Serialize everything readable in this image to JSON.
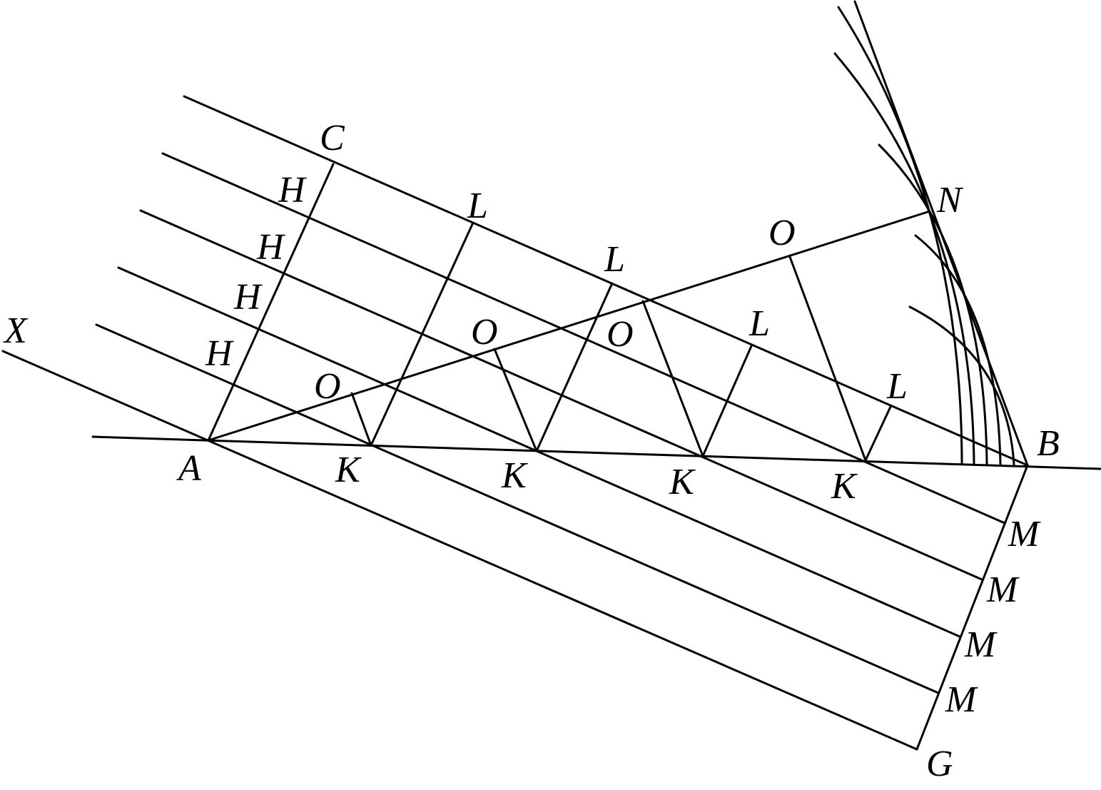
{
  "diagram": {
    "colors": {
      "stroke": "#000000",
      "background": "#ffffff"
    },
    "labels": {
      "X": "X",
      "A": "A",
      "B": "B",
      "C": "C",
      "G": "G",
      "N": "N",
      "H": "H",
      "K": "K",
      "L": "L",
      "M": "M",
      "O": "O"
    }
  }
}
